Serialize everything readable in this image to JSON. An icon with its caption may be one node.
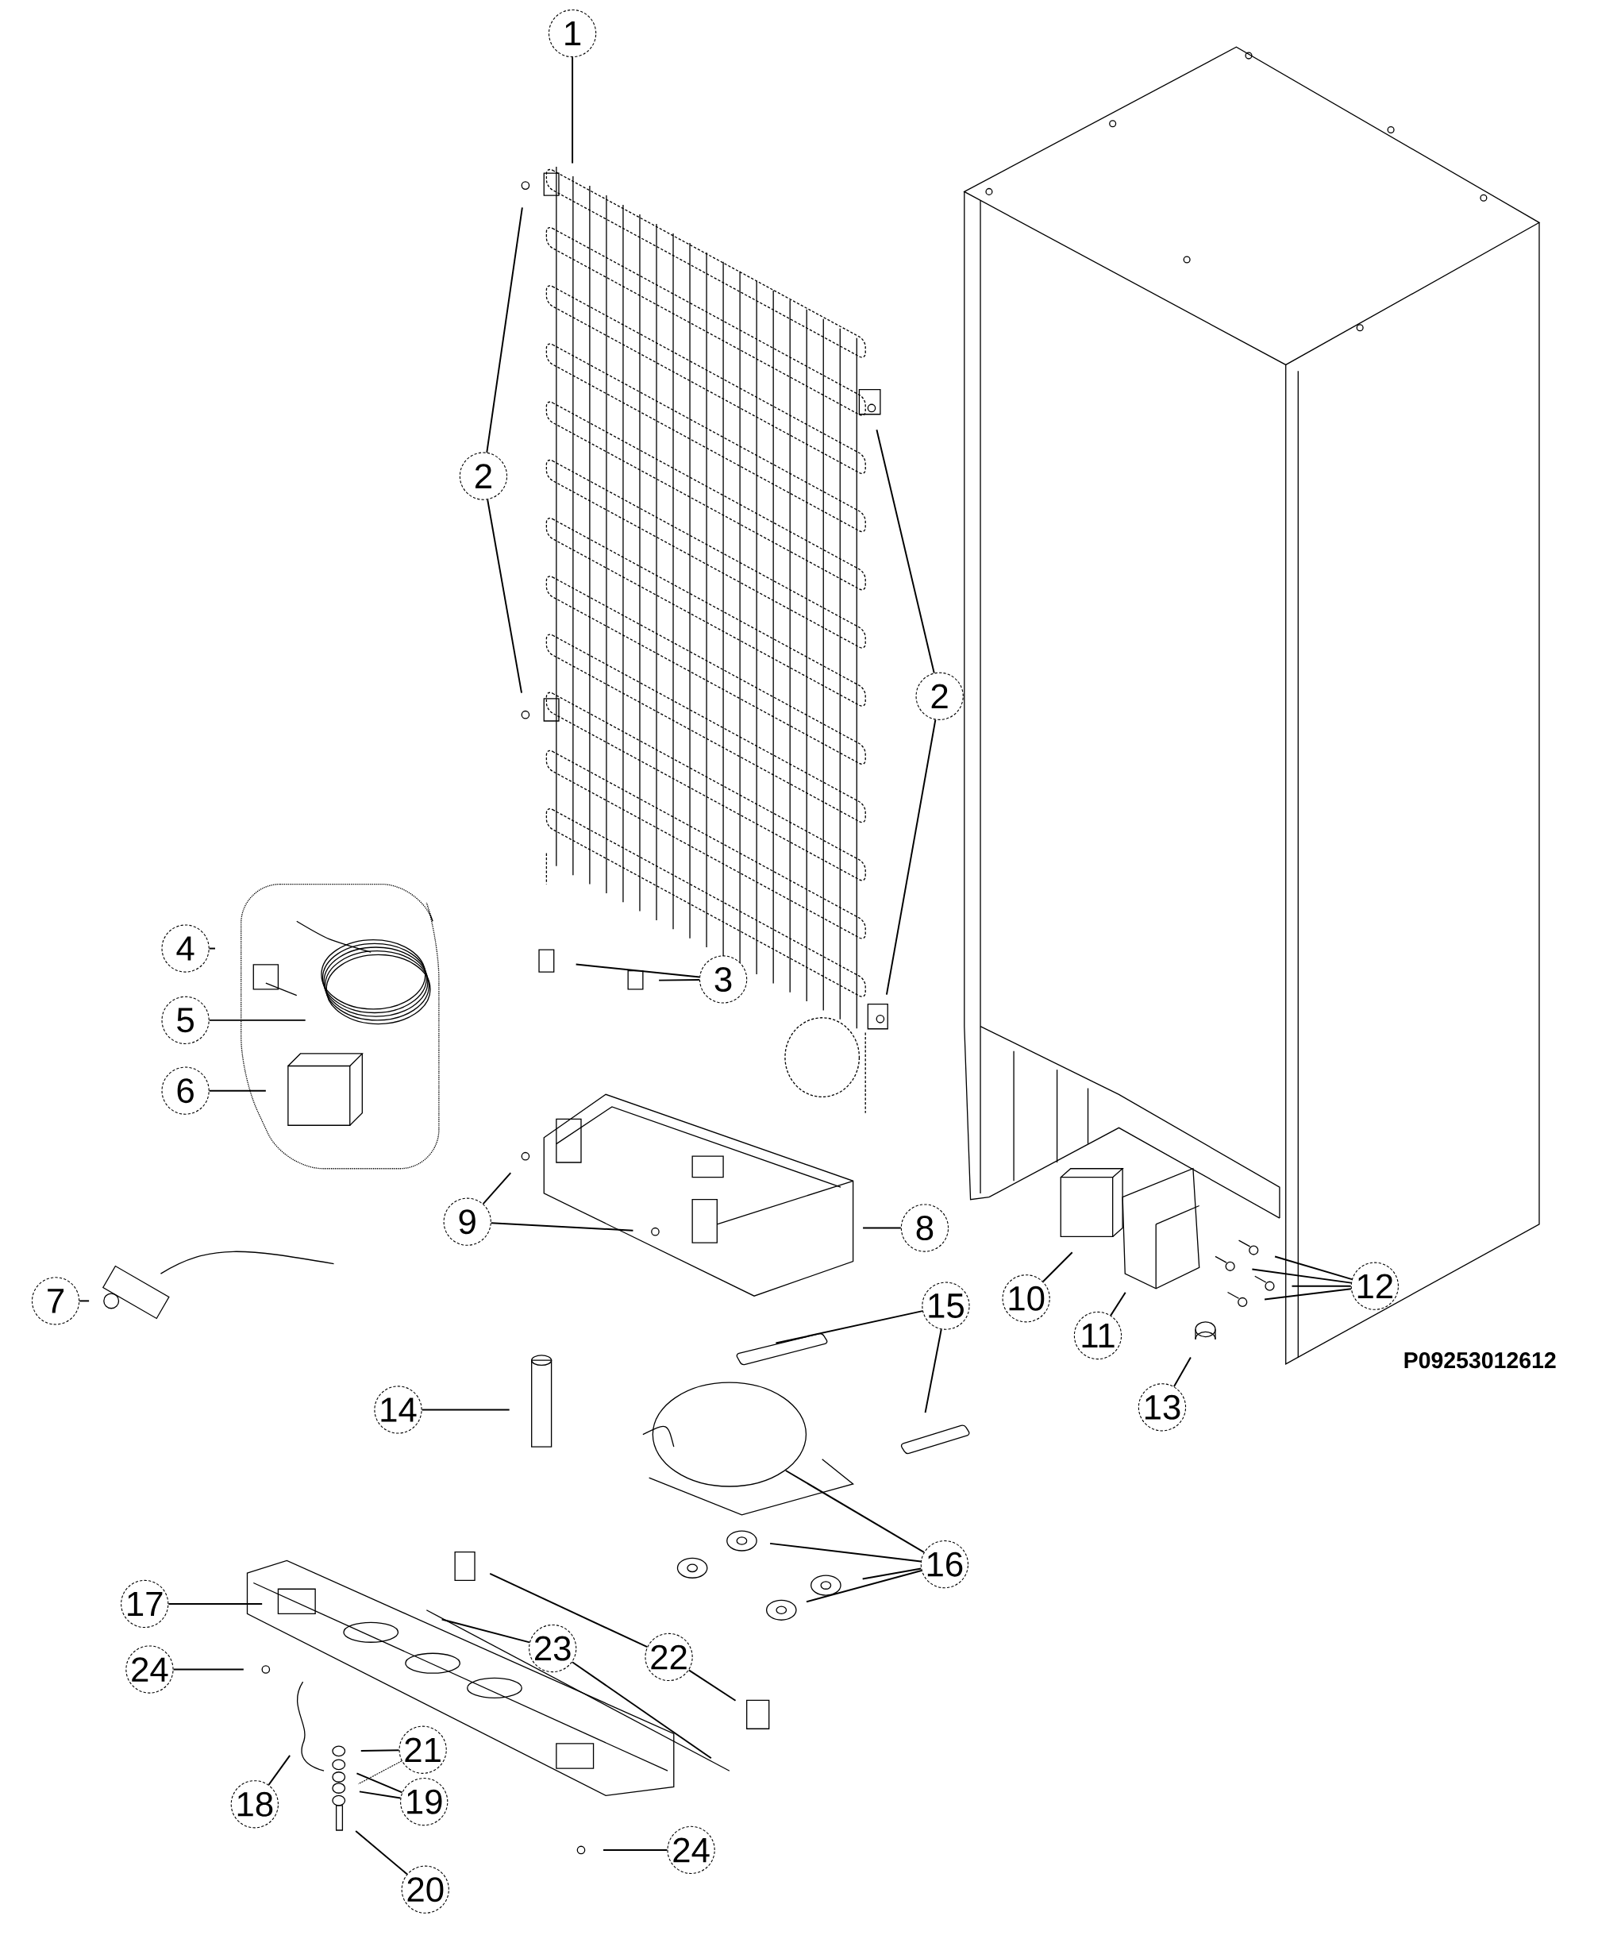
{
  "diagram": {
    "nodes": [
      {
        "text": [
          "1"
        ]
      },
      {
        "text": [
          "2"
        ]
      },
      {
        "text": [
          "2"
        ]
      },
      {
        "text": [
          "3"
        ]
      },
      {
        "text": [
          "4"
        ]
      },
      {
        "text": [
          "5"
        ]
      },
      {
        "text": [
          "6"
        ]
      },
      {
        "text": [
          "7"
        ]
      },
      {
        "text": [
          "8"
        ]
      },
      {
        "text": [
          "9"
        ]
      },
      {
        "text": [
          "10"
        ]
      },
      {
        "text": [
          "11"
        ]
      },
      {
        "text": [
          "12"
        ]
      },
      {
        "text": [
          "13"
        ]
      },
      {
        "text": [
          "14"
        ]
      },
      {
        "text": [
          "15"
        ]
      },
      {
        "text": [
          "16"
        ]
      },
      {
        "text": [
          "17"
        ]
      },
      {
        "text": [
          "18"
        ]
      },
      {
        "text": [
          "19"
        ]
      },
      {
        "text": [
          "20"
        ]
      },
      {
        "text": [
          "21"
        ]
      },
      {
        "text": [
          "22"
        ]
      },
      {
        "text": [
          "23"
        ]
      },
      {
        "text": [
          "24"
        ]
      },
      {
        "text": [
          "24"
        ]
      }
    ],
    "edges": [
      {
        "from": 0,
        "to": null,
        "arrow": "none"
      },
      {
        "from": 1,
        "to": null,
        "arrow": "none"
      },
      {
        "from": 1,
        "to": null,
        "arrow": "none"
      },
      {
        "from": 2,
        "to": null,
        "arrow": "none"
      },
      {
        "from": 2,
        "to": null,
        "arrow": "none"
      },
      {
        "from": 3,
        "to": null,
        "arrow": "none"
      },
      {
        "from": 3,
        "to": null,
        "arrow": "none"
      },
      {
        "from": 4,
        "to": null,
        "arrow": "none"
      },
      {
        "from": 5,
        "to": null,
        "arrow": "none"
      },
      {
        "from": 6,
        "to": null,
        "arrow": "none"
      },
      {
        "from": 7,
        "to": null,
        "arrow": "none"
      },
      {
        "from": 8,
        "to": null,
        "arrow": "none"
      },
      {
        "from": 9,
        "to": null,
        "arrow": "none"
      },
      {
        "from": 9,
        "to": null,
        "arrow": "none"
      },
      {
        "from": 10,
        "to": null,
        "arrow": "none"
      },
      {
        "from": 11,
        "to": null,
        "arrow": "none"
      },
      {
        "from": 12,
        "to": null,
        "arrow": "none"
      },
      {
        "from": 12,
        "to": null,
        "arrow": "none"
      },
      {
        "from": 12,
        "to": null,
        "arrow": "none"
      },
      {
        "from": 12,
        "to": null,
        "arrow": "none"
      },
      {
        "from": 13,
        "to": null,
        "arrow": "none"
      },
      {
        "from": 14,
        "to": null,
        "arrow": "none"
      },
      {
        "from": 15,
        "to": null,
        "arrow": "none"
      },
      {
        "from": 15,
        "to": null,
        "arrow": "none"
      },
      {
        "from": 16,
        "to": null,
        "arrow": "none"
      },
      {
        "from": 16,
        "to": null,
        "arrow": "none"
      },
      {
        "from": 16,
        "to": null,
        "arrow": "none"
      },
      {
        "from": 16,
        "to": null,
        "arrow": "none"
      },
      {
        "from": 17,
        "to": null,
        "arrow": "none"
      },
      {
        "from": 18,
        "to": null,
        "arrow": "none"
      },
      {
        "from": 19,
        "to": null,
        "arrow": "none"
      },
      {
        "from": 19,
        "to": null,
        "arrow": "none"
      },
      {
        "from": 20,
        "to": null,
        "arrow": "none"
      },
      {
        "from": 21,
        "to": null,
        "arrow": "none"
      },
      {
        "from": 21,
        "to": null,
        "arrow": "none",
        "style": "dashed"
      },
      {
        "from": 22,
        "to": null,
        "arrow": "none"
      },
      {
        "from": 22,
        "to": null,
        "arrow": "none"
      },
      {
        "from": 23,
        "to": null,
        "arrow": "none"
      },
      {
        "from": 23,
        "to": null,
        "arrow": "none"
      },
      {
        "from": 24,
        "to": null,
        "arrow": "none"
      },
      {
        "from": 25,
        "to": null,
        "arrow": "none"
      }
    ],
    "labels": [
      "P09253012612"
    ]
  }
}
